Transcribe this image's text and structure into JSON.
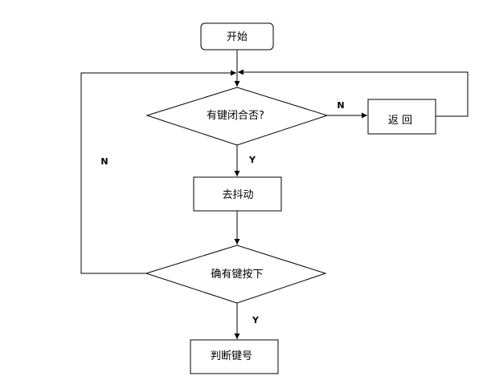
{
  "flowchart": {
    "nodes": {
      "start": "开始",
      "key_closed": "有键闭合否?",
      "return": "返 回",
      "debounce": "去抖动",
      "key_pressed": "确有键按下",
      "identify_key": "判断键号"
    },
    "edge_labels": {
      "key_closed_no": "N",
      "key_closed_yes": "Y",
      "key_pressed_no": "N",
      "key_pressed_yes": "Y"
    },
    "colors": {
      "stroke": "#000000",
      "background": "#ffffff"
    }
  }
}
